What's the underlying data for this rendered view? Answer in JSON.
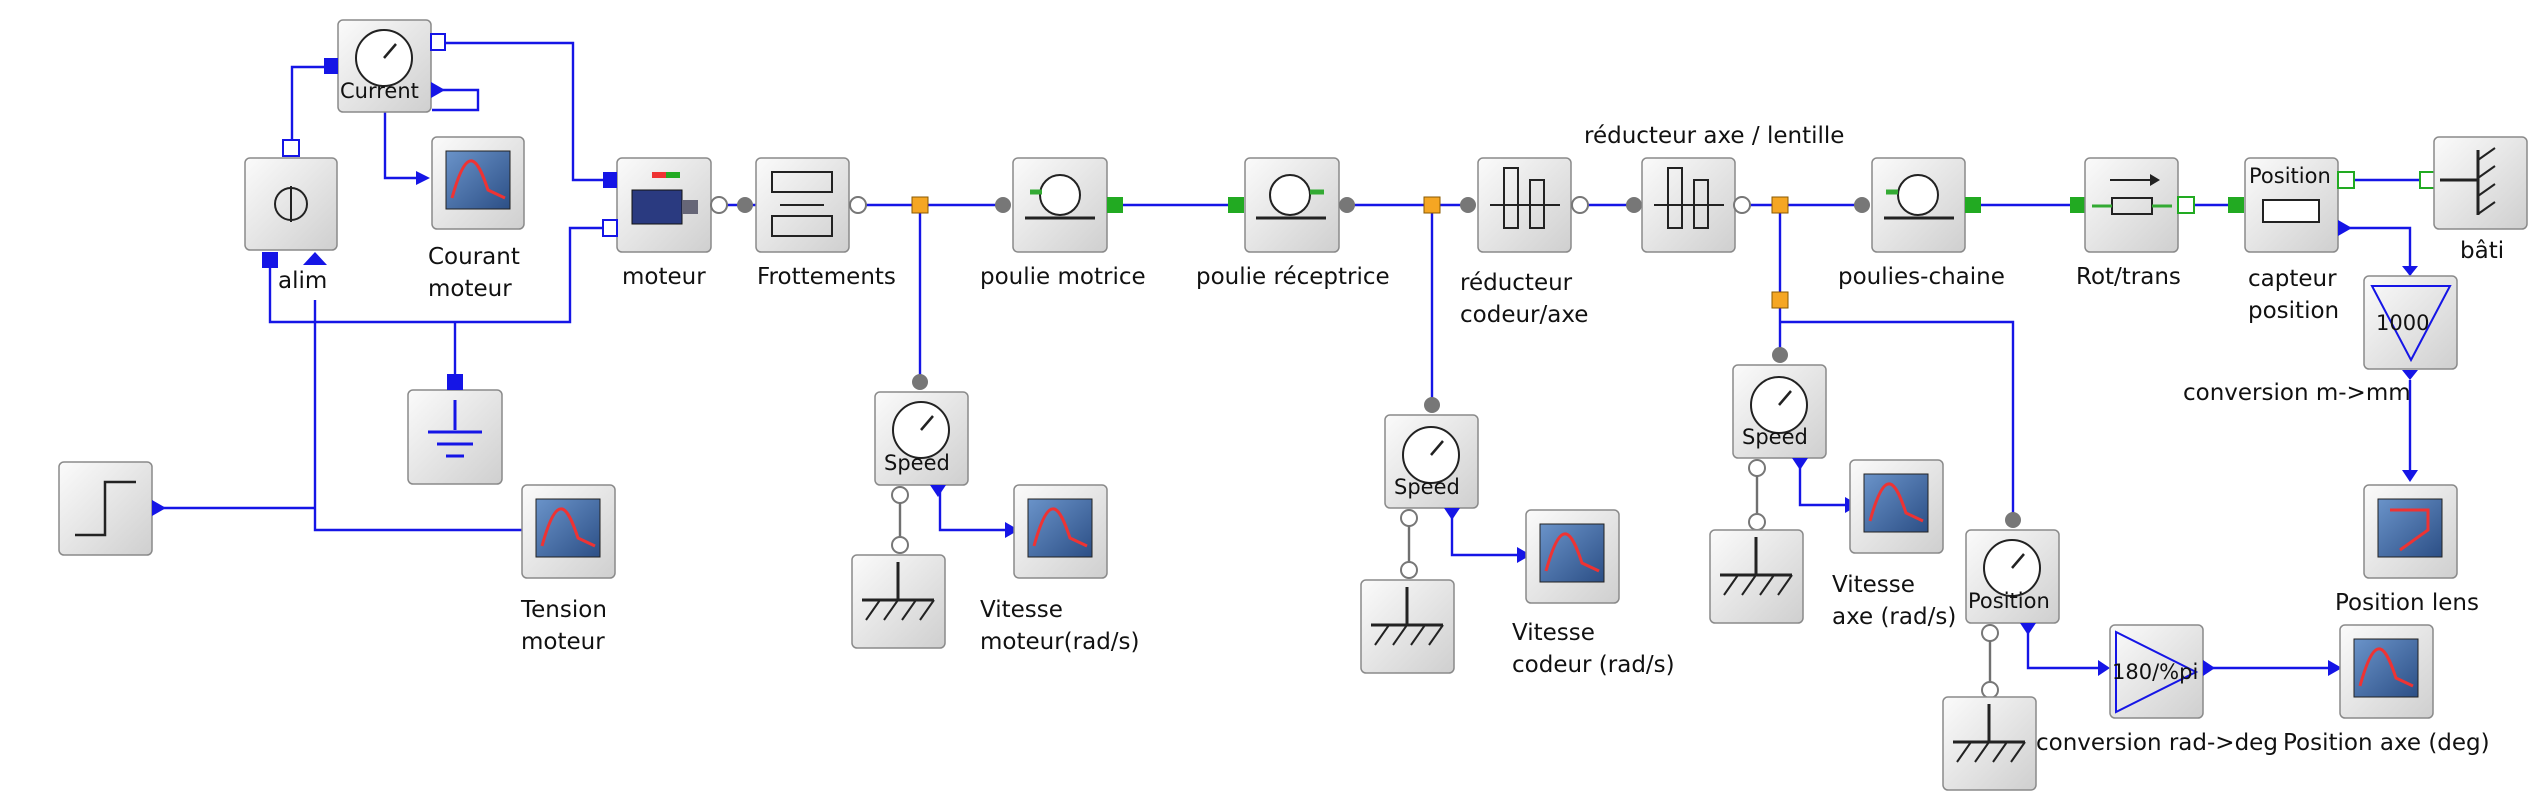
{
  "blocks": {
    "alim": "alim",
    "current_sensor": "Current",
    "courant_moteur": [
      "Courant",
      "moteur"
    ],
    "moteur": "moteur",
    "frottements": "Frottements",
    "poulie_motrice": "poulie motrice",
    "poulie_receptrice": "poulie réceptrice",
    "reducteur_codeur": [
      "réducteur",
      "codeur/axe"
    ],
    "reducteur_axe_lentille": "réducteur axe / lentille",
    "poulies_chaine": "poulies-chaine",
    "rot_trans": "Rot/trans",
    "capteur_position": [
      "capteur",
      "position"
    ],
    "capteur_position_inner": "Position",
    "bati": "bâti",
    "gain_1000": "1000",
    "conversion_m_mm": "conversion m->mm",
    "position_lens": "Position lens",
    "tension_moteur": [
      "Tension",
      "moteur"
    ],
    "speed_1": "Speed",
    "vitesse_moteur": [
      "Vitesse",
      "moteur(rad/s)"
    ],
    "speed_2": "Speed",
    "vitesse_codeur": [
      "Vitesse",
      "codeur (rad/s)"
    ],
    "speed_3": "Speed",
    "vitesse_axe": [
      "Vitesse",
      "axe (rad/s)"
    ],
    "position_sensor": "Position",
    "gain_180": "180/%pi",
    "conversion_rad_deg": "conversion rad->deg",
    "position_axe_deg": "Position axe (deg)"
  },
  "colors": {
    "signal_wire": "#1515e6",
    "connector_orange": "#f5a623",
    "connector_green": "#22aa22",
    "scope_blue": "#3e6aa8",
    "block_gray": "#e4e4e4"
  }
}
